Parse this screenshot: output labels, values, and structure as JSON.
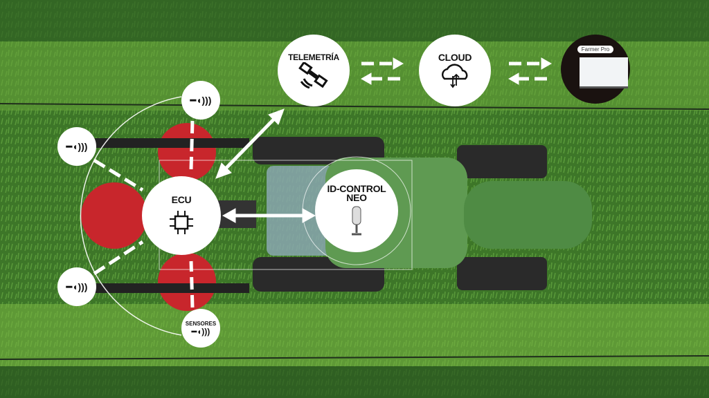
{
  "nodes": {
    "telemetry": {
      "label": "TELEMETRÍA",
      "icon": "satellite-icon"
    },
    "cloud": {
      "label": "CLOUD",
      "icon": "cloud-sync-icon"
    },
    "app": {
      "label": "Farmer Pro",
      "icon": "laptop-dashboard-icon"
    },
    "ecu": {
      "label": "ECU",
      "icon": "chip-icon"
    },
    "idcontrol": {
      "label": "ID-CONTROL NEO",
      "icon": "handheld-controller-icon"
    },
    "sensors": {
      "label": "SENSORES",
      "icon": "sensor-icon"
    }
  },
  "colors": {
    "grass": "#3f7a2a",
    "tractor": "#5f9a52",
    "implement": "#c8262c",
    "node": "#ffffff"
  }
}
